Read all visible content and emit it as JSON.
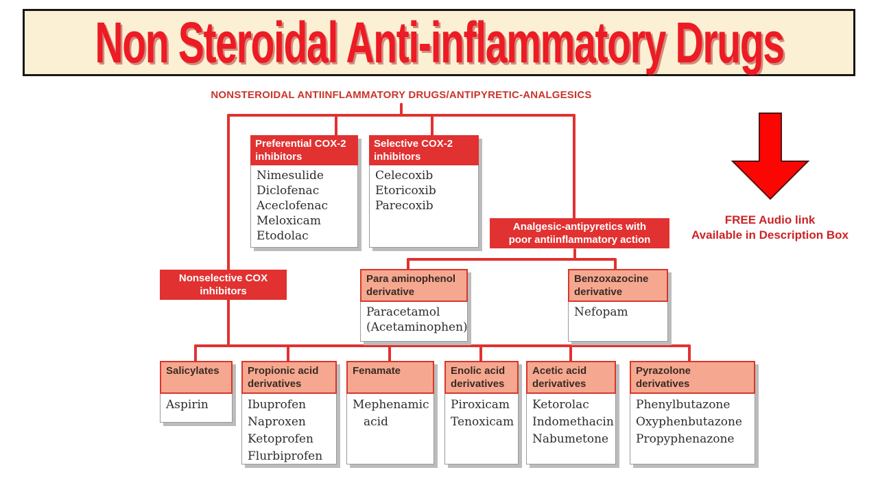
{
  "banner": {
    "title": "Non Steroidal Anti-inflammatory Drugs"
  },
  "diagram": {
    "root_label": "NONSTEROIDAL ANTIINFLAMMATORY DRUGS/ANTIPYRETIC-ANALGESICS",
    "boxes": {
      "preferential": {
        "title": "Preferential COX-2\ninhibitors",
        "items": [
          "Nimesulide",
          "Diclofenac",
          "Aceclofenac",
          "Meloxicam",
          "Etodolac"
        ]
      },
      "selective": {
        "title": "Selective COX-2\ninhibitors",
        "items": [
          "Celecoxib",
          "Etoricoxib",
          "Parecoxib"
        ]
      },
      "analgesic": {
        "title": "Analgesic-antipyretics with\npoor antiinflammatory action"
      },
      "nonselective": {
        "title": "Nonselective COX\ninhibitors"
      },
      "para_aminophenol": {
        "title": "Para aminophenol\nderivative",
        "items": [
          "Paracetamol (Acetaminophen)"
        ]
      },
      "benzoxazocine": {
        "title": "Benzoxazocine\nderivative",
        "items": [
          "Nefopam"
        ]
      },
      "salicylates": {
        "title": "Salicylates",
        "items": [
          "Aspirin"
        ]
      },
      "propionic": {
        "title": "Propionic acid\nderivatives",
        "items": [
          "Ibuprofen",
          "Naproxen",
          "Ketoprofen",
          "Flurbiprofen"
        ]
      },
      "fenamate": {
        "title": "Fenamate",
        "items": [
          "Mephenamic acid"
        ]
      },
      "enolic": {
        "title": "Enolic acid\nderivatives",
        "items": [
          "Piroxicam",
          "Tenoxicam"
        ]
      },
      "acetic": {
        "title": "Acetic acid\nderivatives",
        "items": [
          "Ketorolac",
          "Indomethacin",
          "Nabumetone"
        ]
      },
      "pyrazolone": {
        "title": "Pyrazolone\nderivatives",
        "items": [
          "Phenylbutazone",
          "Oxyphenbutazone",
          "Propyphenazone"
        ]
      }
    }
  },
  "promo": {
    "line1": "FREE Audio link",
    "line2": "Available in Description Box",
    "arrow_icon": "down-arrow"
  },
  "colors": {
    "banner_bg": "#FBF0D3",
    "title_red": "#EC1B24",
    "diagram_red": "#E13131",
    "salmon_header": "#F5A88F",
    "promo_red": "#CC2326",
    "arrow_red": "#FB0603"
  }
}
